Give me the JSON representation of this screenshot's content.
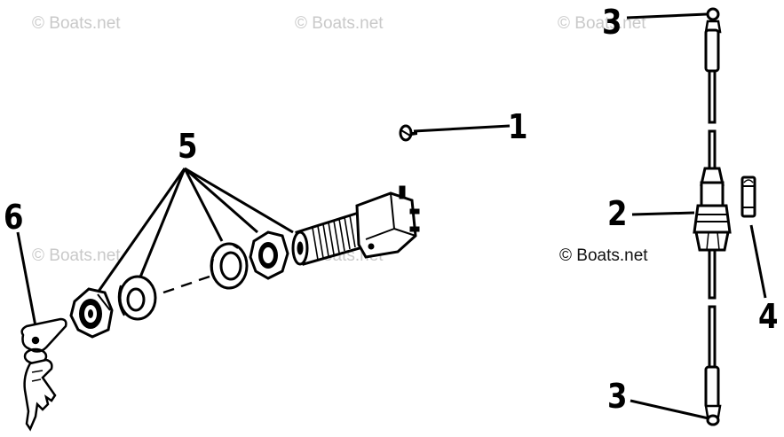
{
  "watermarks": [
    "© Boats.net",
    "© Boats.net",
    "© Boats.net",
    "© Boats.net",
    "© Boats.net",
    "© Boats.net"
  ],
  "copyright": "© Boats.net",
  "callouts": {
    "c1": "1",
    "c2": "2",
    "c3_top": "3",
    "c3_bottom": "3",
    "c4": "4",
    "c5": "5",
    "c6": "6"
  }
}
